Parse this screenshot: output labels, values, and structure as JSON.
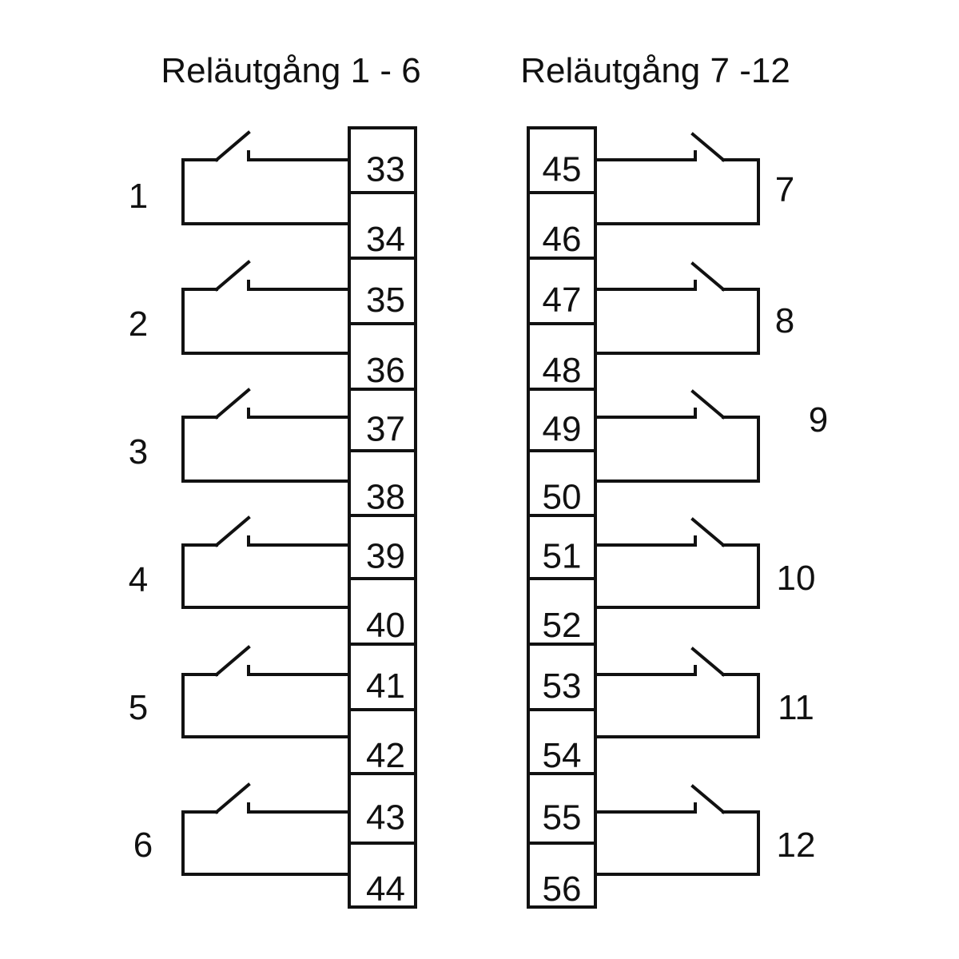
{
  "titles": {
    "left": "Reläutgång 1 - 6",
    "right": "Reläutgång 7 -12"
  },
  "left_block": {
    "terminals": [
      "33",
      "34",
      "35",
      "36",
      "37",
      "38",
      "39",
      "40",
      "41",
      "42",
      "43",
      "44"
    ],
    "relays": [
      {
        "label": "1",
        "terminals": [
          "33",
          "34"
        ],
        "contact": "normally-open"
      },
      {
        "label": "2",
        "terminals": [
          "35",
          "36"
        ],
        "contact": "normally-open"
      },
      {
        "label": "3",
        "terminals": [
          "37",
          "38"
        ],
        "contact": "normally-open"
      },
      {
        "label": "4",
        "terminals": [
          "39",
          "40"
        ],
        "contact": "normally-open"
      },
      {
        "label": "5",
        "terminals": [
          "41",
          "42"
        ],
        "contact": "normally-open"
      },
      {
        "label": "6",
        "terminals": [
          "43",
          "44"
        ],
        "contact": "normally-open"
      }
    ]
  },
  "right_block": {
    "terminals": [
      "45",
      "46",
      "47",
      "48",
      "49",
      "50",
      "51",
      "52",
      "53",
      "54",
      "55",
      "56"
    ],
    "relays": [
      {
        "label": "7",
        "terminals": [
          "45",
          "46"
        ],
        "contact": "normally-open"
      },
      {
        "label": "8",
        "terminals": [
          "47",
          "48"
        ],
        "contact": "normally-open"
      },
      {
        "label": "9",
        "terminals": [
          "49",
          "50"
        ],
        "contact": "normally-open"
      },
      {
        "label": "10",
        "terminals": [
          "51",
          "52"
        ],
        "contact": "normally-open"
      },
      {
        "label": "11",
        "terminals": [
          "53",
          "54"
        ],
        "contact": "normally-open"
      },
      {
        "label": "12",
        "terminals": [
          "55",
          "56"
        ],
        "contact": "normally-open"
      }
    ]
  },
  "colors": {
    "ink": "#111111",
    "background": "#ffffff"
  }
}
